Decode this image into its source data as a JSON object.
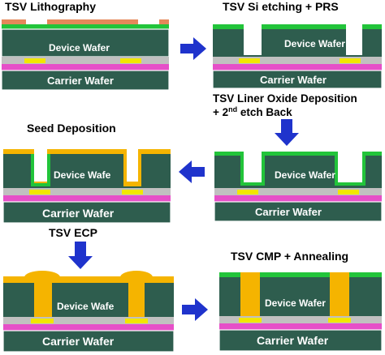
{
  "steps": {
    "lithography": {
      "title": "TSV Lithography"
    },
    "si_etching": {
      "title": "TSV Si etching + PRS"
    },
    "liner": {
      "title_line1": "TSV Liner Oxide Deposition",
      "title_line2_prefix": "+ 2",
      "title_line2_sup": "nd",
      "title_line2_suffix": " etch Back"
    },
    "seed": {
      "title": "Seed Deposition"
    },
    "ecp": {
      "title": "TSV ECP"
    },
    "cmp": {
      "title": "TSV CMP  + Annealing"
    }
  },
  "labels": {
    "device_wafer": "Device Wafer",
    "device_wafer_short": "Device Wafe",
    "carrier_wafer": "Carrier Wafer"
  },
  "colors": {
    "device_wafer": "#2e5d4e",
    "carrier_wafer": "#2e5d4e",
    "pink_layer": "#e64fc8",
    "grey_layer": "#c0c0c0",
    "pad_yellow": "#f2e600",
    "copper_fill": "#f5b400",
    "liner_green": "#22c43a",
    "photoresist": "#e5885a",
    "arrow_blue": "#1f33cc"
  }
}
